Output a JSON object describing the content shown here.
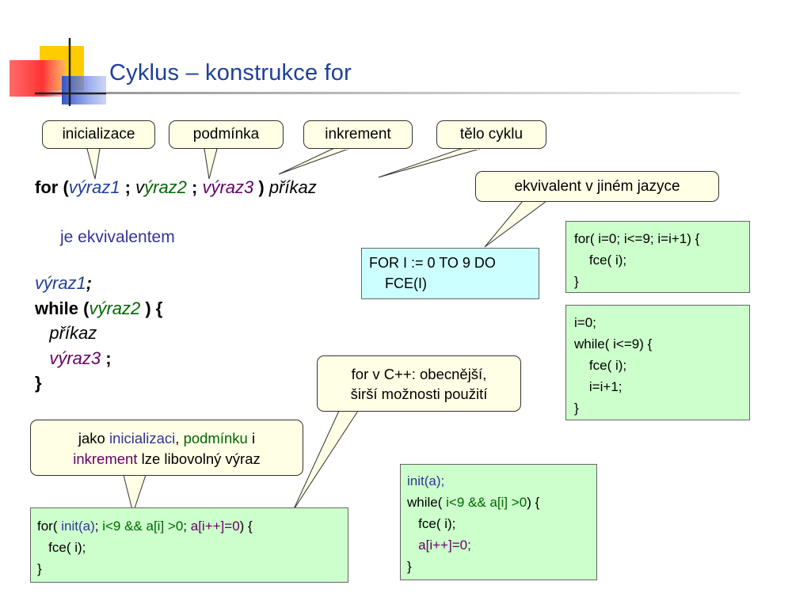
{
  "title": "Cyklus – konstrukce for",
  "callouts": {
    "init": "inicializace",
    "cond": "podmínka",
    "incr": "inkrement",
    "body": "tělo cyklu",
    "equiv": "ekvivalent v jiném jazyce",
    "cpp_l1": "for v C++: obecnější,",
    "cpp_l2": "širší možnosti použití",
    "jako": "jako",
    "inicializaci": "inicializaci",
    "comma": ",",
    "podminku": "podmínku",
    "i": "i",
    "inkrement": "inkrement",
    "lze": "lze libovolný výraz"
  },
  "syntax": {
    "for_kw": "for (",
    "vyraz1": "výraz1",
    "sep1": " ; ",
    "v": "v",
    "yraz2": "ýraz2",
    "sep2": " ; ",
    "vyraz3": "výraz3",
    "close": " )",
    "prikaz": "příkaz",
    "equiv_label": "je ekvivalentem",
    "w_vyraz1": "výraz1",
    "w_semi": ";",
    "while_kw": "while (",
    "w_vyraz2": "výraz2",
    "w_close": " ) {",
    "w_prikaz": "příkaz",
    "w_vyraz3": "výraz3",
    "w_semi2": " ;",
    "w_end": "}"
  },
  "pascal": {
    "line1": "FOR I := 0 TO 9 DO",
    "line2": "FCE(I)"
  },
  "c_for": {
    "line1": "for( i=0; i<=9; i=i+1) {",
    "line2": "fce( i);",
    "line3": "}"
  },
  "c_while": {
    "line1": "i=0;",
    "line2": "while( i<=9) {",
    "line3": "fce( i);",
    "line4": "i=i+1;",
    "line5": "}"
  },
  "cpp_for": {
    "p1": "for( ",
    "init": "init(a)",
    "p2": "; ",
    "cond": "i<9 && a[i] >0",
    "p3": "; ",
    "incr": "a[i++]=0",
    "p4": ") {",
    "line2": "fce( i);",
    "line3": "}"
  },
  "cpp_while": {
    "line1": "init(a);",
    "w1": "while( ",
    "cond": "i<9 && a[i] >0",
    "w2": ") {",
    "line3": "fce( i);",
    "line4": "a[i++]=0;",
    "line5": "}"
  },
  "colors": {
    "title": "#1f3f9a",
    "callout_bg": "#ffffe6",
    "code_green": "#ccffcc",
    "code_blue": "#ccffff"
  }
}
